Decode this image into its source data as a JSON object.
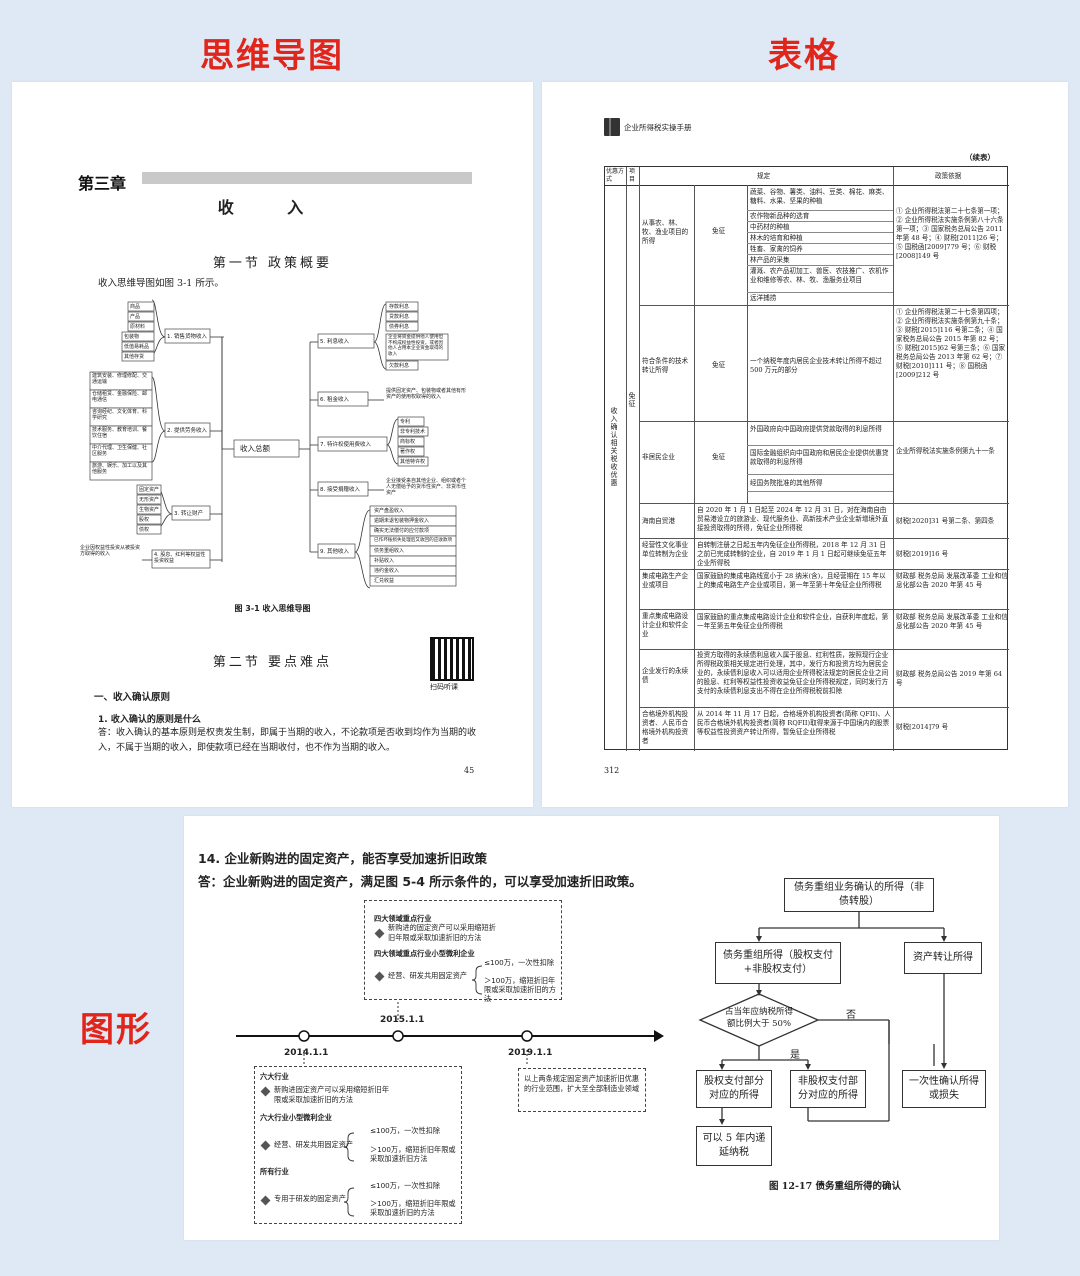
{
  "headers": {
    "mindmap": "思维导图",
    "table": "表格",
    "graphics": "图形"
  },
  "page1": {
    "chapter": "第三章",
    "title": "收 入",
    "section1": "第一节  政策概要",
    "intro": "收入思维导图如图 3-1 所示。",
    "mindmap": {
      "root": "收入总额",
      "left_branches": [
        {
          "label": "1. 销售货物收入",
          "leaves": [
            "商品",
            "产品",
            "原材料",
            "包装物",
            "低值易耗品",
            "其他存货"
          ]
        },
        {
          "label": "2. 提供劳务收入",
          "leaves": [
            "建筑安装、修理修配、交通运输",
            "仓储租赁、金融保险、邮电通信",
            "咨询经纪、文化体育、科学研究",
            "技术服务、教育培训、餐饮住宿",
            "中介代理、卫生保健、社区服务",
            "旅游、娱乐、加工以及其他服务"
          ]
        },
        {
          "label": "3. 转让财产",
          "leaves": [
            "固定资产",
            "无形资产",
            "生物资产",
            "股权",
            "债权"
          ]
        },
        {
          "label": "4. 股息、红利等权益性投资收益",
          "leaves": [
            "企业因权益性投资从被投资方取得的收入"
          ]
        }
      ],
      "right_branches": [
        {
          "label": "5. 利息收入",
          "leaves": [
            "存款利息",
            "贷款利息",
            "债券利息",
            "企业将资金提供他人使用但不构成权益性投资，或者因他人占用本企业资金取得的收入",
            "欠款利息"
          ]
        },
        {
          "label": "6. 租金收入",
          "leaves": [
            "提供固定资产、包装物或者其他有形资产的使用权取得的收入"
          ]
        },
        {
          "label": "7. 特许权使用费收入",
          "leaves": [
            "专利",
            "非专利技术",
            "商标权",
            "著作权",
            "其他特许权"
          ]
        },
        {
          "label": "8. 接受捐赠收入",
          "leaves": [
            "企业接受来自其他企业、组织或者个人无偿给予的货币性资产、非货币性资产"
          ]
        },
        {
          "label": "9. 其他收入",
          "leaves": [
            "资产盘盈收入",
            "逾期未退包装物押金收入",
            "确实无法偿付的应付款项",
            "已作坏账损失处理后又收回的应收款项",
            "债务重组收入",
            "补贴收入",
            "违约金收入",
            "汇兑收益"
          ]
        }
      ]
    },
    "figure_caption": "图 3-1  收入思维导图",
    "section2": "第二节  要点难点",
    "qr_caption": "扫码听课",
    "h1": "一、收入确认原则",
    "q1": "1. 收入确认的原则是什么",
    "a1": "答：收入确认的基本原则是权责发生制，即属于当期的收入，不论款项是否收到均作为当期的收入，不属于当期的收入，即使款项已经在当期收付，也不作为当期的收入。",
    "page_number": "45"
  },
  "page2": {
    "running_head": "企业所得税实操手册",
    "continued": "（续表）",
    "col_headers": [
      "优惠方式",
      "项目",
      "规定",
      "政策依据"
    ],
    "category_label": "收入确认相关税收优惠",
    "mode_label": "免征",
    "rows": [
      {
        "project": "从事农、林、牧、渔业项目的所得",
        "mode": "免征",
        "items": [
          "蔬菜、谷物、薯类、油料、豆类、棉花、麻类、糖料、水果、坚果的种植",
          "农作物新品种的选育",
          "中药材的种植",
          "林木的培育和种植",
          "牲畜、家禽的饲养",
          "林产品的采集",
          "灌溉、农产品初加工、兽医、农技推广、农机作业和维修等农、林、牧、渔服务业项目",
          "远洋捕捞"
        ],
        "basis": "① 企业所得税法第二十七条第一项；② 企业所得税法实施条例第八十六条第一项；③ 国家税务总局公告 2011 年第 48 号；④ 财税[2011]26 号；⑤ 国税函[2009]779 号；⑥ 财税[2008]149 号"
      },
      {
        "project": "符合条件的技术转让所得",
        "mode": "免征",
        "items": [
          "一个纳税年度内居民企业技术转让所得不超过 500 万元的部分"
        ],
        "basis": "① 企业所得税法第二十七条第四项；② 企业所得税法实施条例第九十条；③ 财税[2015]116 号第二条；④ 国家税务总局公告 2015 年第 82 号；⑤ 财税[2015]62 号第三条；⑥ 国家税务总局公告 2013 年第 62 号；⑦ 财税[2010]111 号；⑧ 国税函[2009]212 号"
      },
      {
        "project": "非居民企业",
        "mode": "免征",
        "items": [
          "外国政府向中国政府提供贷款取得的利息所得",
          "国际金融组织向中国政府和居民企业提供优惠贷款取得的利息所得",
          "经国务院批准的其他所得"
        ],
        "basis": "企业所得税法实施条例第九十一条"
      },
      {
        "project": "海南自贸港",
        "text": "自 2020 年 1 月 1 日起至 2024 年 12 月 31 日，对在海南自由贸易港设立的旅游业、现代服务业、高新技术产业企业新增境外直接投资取得的所得，免征企业所得税",
        "basis": "财税[2020]31 号第二条、第四条"
      },
      {
        "project": "经营性文化事业单位转制为企业",
        "text": "自转制注册之日起五年内免征企业所得税，2018 年 12 月 31 日之前已完成转制的企业，自 2019 年 1 月 1 日起可继续免征五年企业所得税",
        "basis": "财税[2019]16 号"
      },
      {
        "project": "集成电路生产企业或项目",
        "text": "国家鼓励的集成电路线宽小于 28 纳米(含)，且经营期在 15 年以上的集成电路生产企业或项目，第一年至第十年免征企业所得税",
        "basis": "财政部 税务总局 发展改革委 工业和信息化部公告 2020 年第 45 号"
      },
      {
        "project": "重点集成电路设计企业和软件企业",
        "text": "国家鼓励的重点集成电路设计企业和软件企业，自获利年度起，第一年至第五年免征企业所得税",
        "basis": "财政部 税务总局 发展改革委 工业和信息化部公告 2020 年第 45 号"
      },
      {
        "project": "企业发行的永续债",
        "text": "投资方取得的永续债利息收入属于股息、红利性质，按照现行企业所得税政策相关规定进行处理，其中，发行方和投资方均为居民企业的，永续债利息收入可以适用企业所得税法规定的居民企业之间的股息、红利等权益性投资收益免征企业所得税规定，同时发行方支付的永续债利息支出不得在企业所得税税前扣除",
        "basis": "财政部 税务总局公告 2019 年第 64 号"
      },
      {
        "project": "合格境外机构投资者、人民币合格境外机构投资者",
        "text": "从 2014 年 11 月 17 日起，合格境外机构投资者(简称 QFII)、人民币合格境外机构投资者(简称 RQFII)取得来源于中国境内的股票等权益性投资资产转让所得，暂免征企业所得税",
        "basis": "财税[2014]79 号"
      }
    ],
    "page_number": "312"
  },
  "page3": {
    "q14": "14. 企业新购进的固定资产，能否享受加速折旧政策",
    "a14": "答：企业新购进的固定资产，满足图 5-4 所示条件的，可以享受加速折旧政策。",
    "timeline": {
      "dates": [
        "2014.1.1",
        "2015.1.1",
        "2019.1.1"
      ],
      "box2015": {
        "t1": "四大领域重点行业",
        "t1_item": "新购进的固定资产可以采用缩短折旧年限或采取加速折旧的方法",
        "t2": "四大领域重点行业小型微利企业",
        "t2_item": "经营、研发共用固定资产",
        "t2_a": "≤100万，一次性扣除",
        "t2_b": "＞100万，缩短折旧年限或采取加速折旧的方法"
      },
      "box2014": {
        "t1": "六大行业",
        "t1_item": "新购进固定资产可以采用缩短折旧年限或采取加速折旧的方法",
        "t2": "六大行业小型微利企业",
        "t2_item": "经营、研发共用固定资产",
        "t2_a": "≤100万，一次性扣除",
        "t2_b": "＞100万，缩短折旧年限或采取加速折旧方法",
        "t3": "所有行业",
        "t3_item": "专用于研发的固定资产",
        "t3_a": "≤100万，一次性扣除",
        "t3_b": "＞100万，缩短折旧年限或采取加速折旧的方法"
      },
      "box2019": "以上两条规定固定资产加速折旧优惠的行业范围，扩大至全部制造业领域"
    },
    "flow": {
      "top": "债务重组业务确认的所得（非债转股）",
      "left": "债务重组所得（股权支付+非股权支付）",
      "right": "资产转让所得",
      "decision": "占当年应纳税所得额比例大于 50%",
      "no": "否",
      "yes": "是",
      "b1": "股权支付部分对应的所得",
      "b2": "非股权支付部分对应的所得",
      "b3": "一次性确认所得或损失",
      "b4": "可以 5 年内递延纳税"
    },
    "figure_caption": "图 12-17  债务重组所得的确认"
  }
}
